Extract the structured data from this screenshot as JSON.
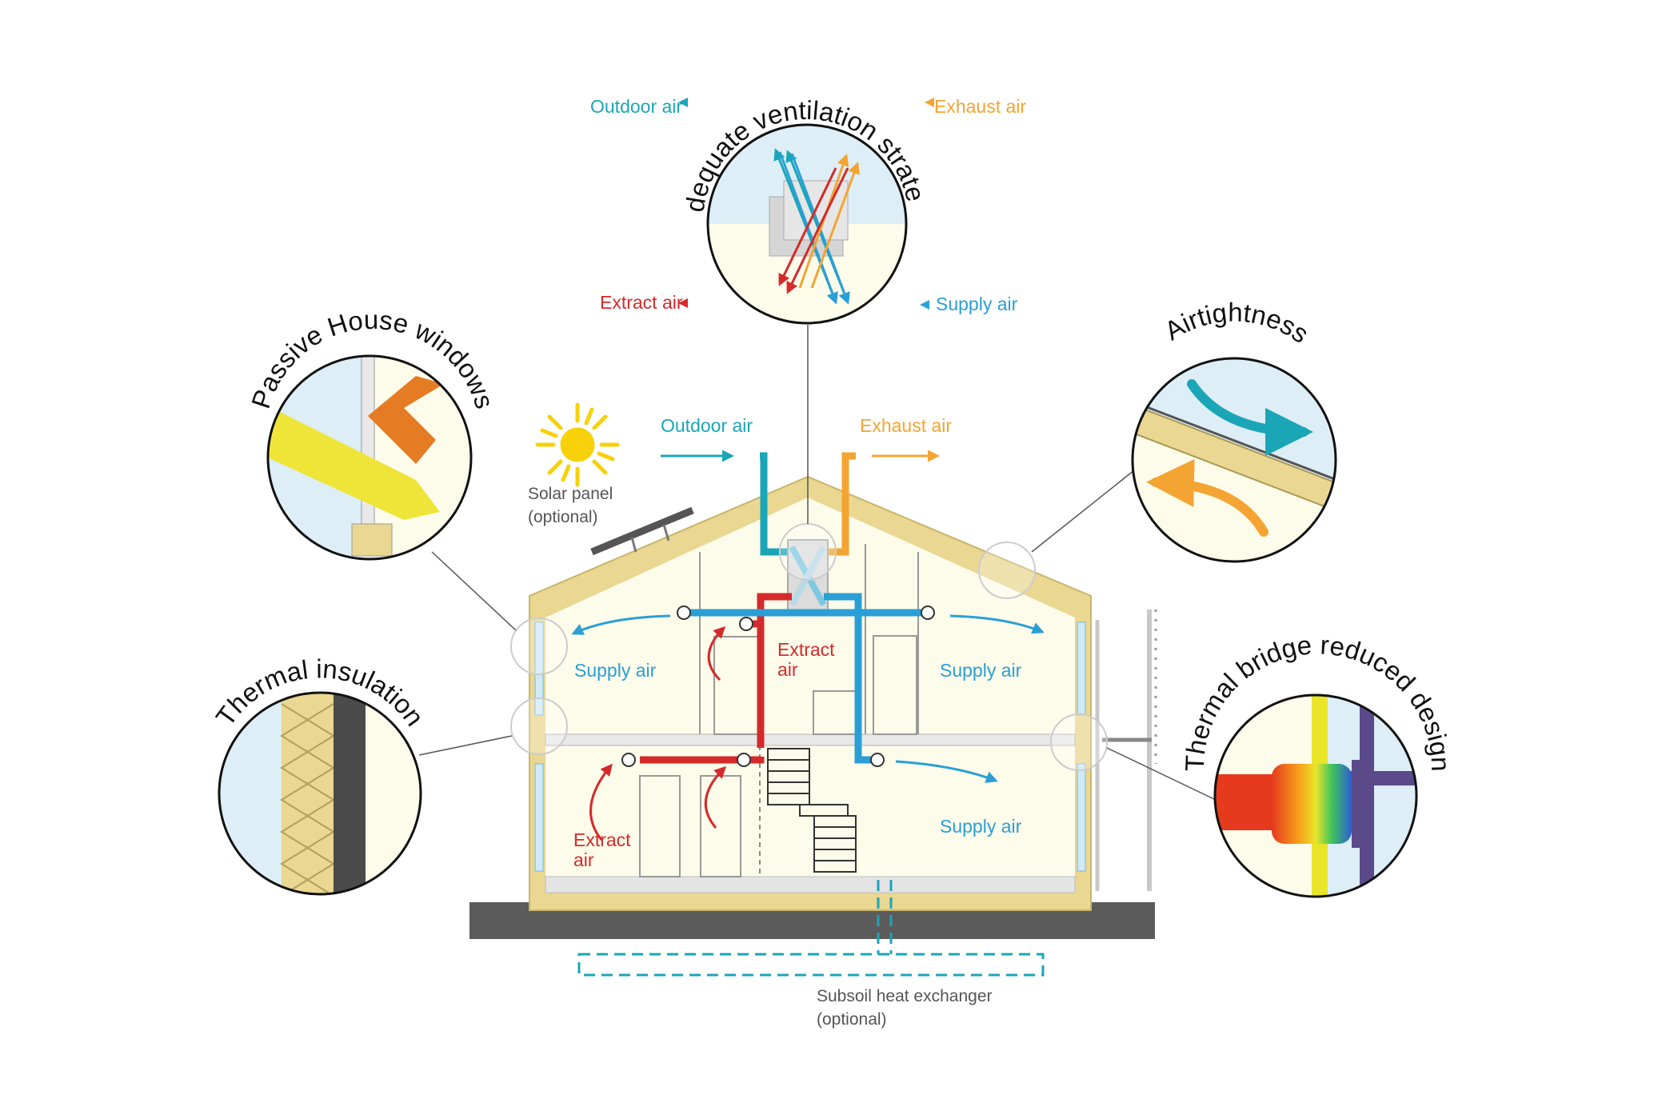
{
  "features": {
    "ventilation": "Adequate ventilation strategy",
    "windows": "Passive House windows",
    "airtightness": "Airtightness",
    "insulation": "Thermal insulation",
    "thermal_bridge": "Thermal bridge reduced design"
  },
  "ventilation_detail": {
    "outdoor_air": "Outdoor air",
    "exhaust_air": "Exhaust air",
    "extract_air": "Extract air",
    "supply_air": "Supply air"
  },
  "house": {
    "outdoor_air": "Outdoor air",
    "exhaust_air": "Exhaust air",
    "solar_panel": [
      "Solar panel",
      "(optional)"
    ],
    "subsoil": [
      "Subsoil heat exchanger",
      "(optional)"
    ],
    "upper_left_supply": "Supply air",
    "upper_right_supply": "Supply air",
    "upper_extract": [
      "Extract",
      "air"
    ],
    "lower_extract": [
      "Extract",
      "air"
    ],
    "lower_right_supply": "Supply air"
  },
  "colors": {
    "outdoor": "#1aa6b7",
    "exhaust": "#f4a432",
    "extract": "#d52a2a",
    "supply": "#2a9fd6",
    "insulation": "#e9d792",
    "interior": "#fdfbea"
  }
}
